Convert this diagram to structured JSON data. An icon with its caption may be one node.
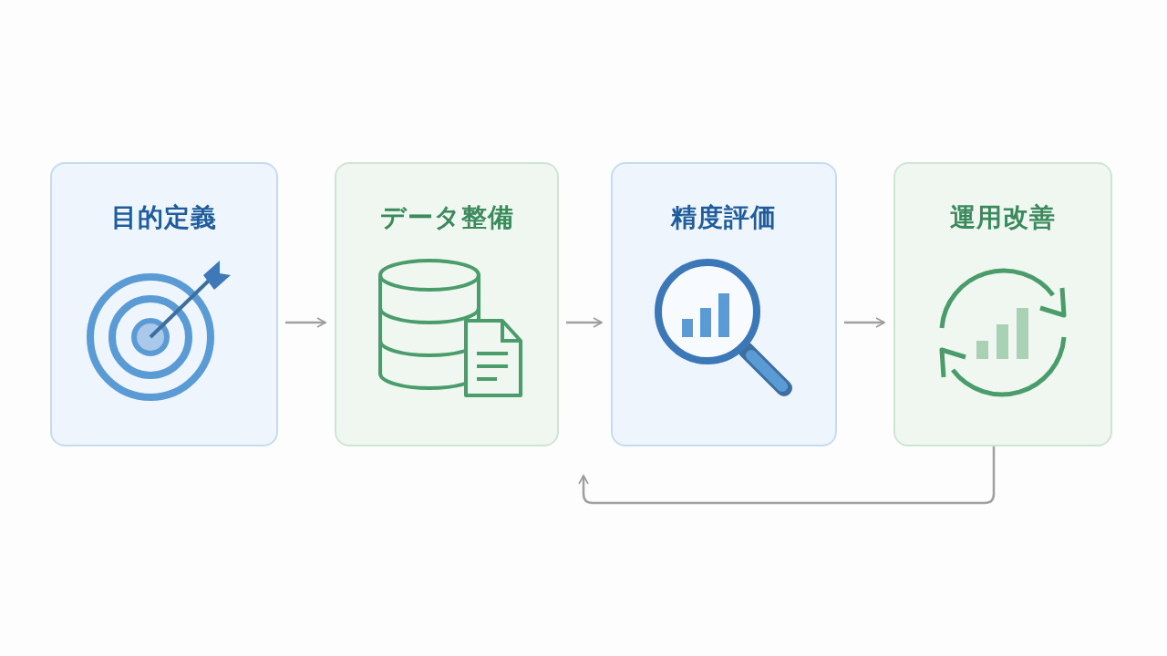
{
  "diagram": {
    "nodes": [
      {
        "text": [
          "目的定義"
        ]
      },
      {
        "text": [
          "データ整備"
        ]
      },
      {
        "text": [
          "精度評価"
        ]
      },
      {
        "text": [
          "運用改善"
        ]
      }
    ],
    "edges": [
      {
        "from": 0,
        "to": 1,
        "arrow": "to"
      },
      {
        "from": 1,
        "to": 2,
        "arrow": "to"
      },
      {
        "from": 2,
        "to": 3,
        "arrow": "to"
      },
      {
        "from": 3,
        "to": null,
        "arrow": "to"
      }
    ]
  }
}
